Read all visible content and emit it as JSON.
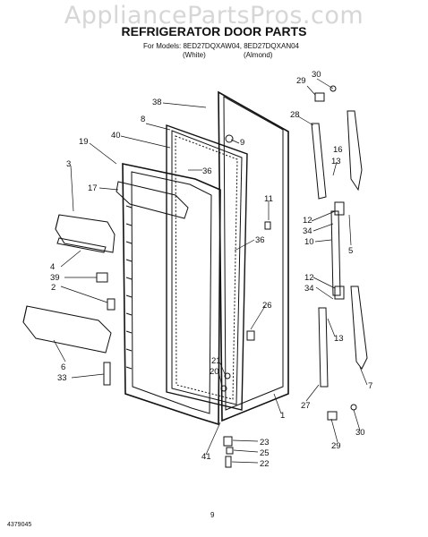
{
  "watermark": "AppliancePartsPros.com",
  "title": "REFRIGERATOR DOOR PARTS",
  "models_line": "For Models: 8ED27DQXAW04, 8ED27DQXAN04",
  "variant_white": "(White)",
  "variant_almond": "(Almond)",
  "footer_code": "4379045",
  "page_number": "9",
  "callouts": [
    "30",
    "29",
    "28",
    "38",
    "8",
    "9",
    "40",
    "19",
    "3",
    "36",
    "16",
    "13",
    "17",
    "11",
    "12",
    "34",
    "10",
    "36",
    "5",
    "4",
    "39",
    "2",
    "12",
    "34",
    "26",
    "13",
    "6",
    "33",
    "21",
    "20",
    "27",
    "7",
    "30",
    "29",
    "23",
    "25",
    "22",
    "41",
    "1"
  ]
}
